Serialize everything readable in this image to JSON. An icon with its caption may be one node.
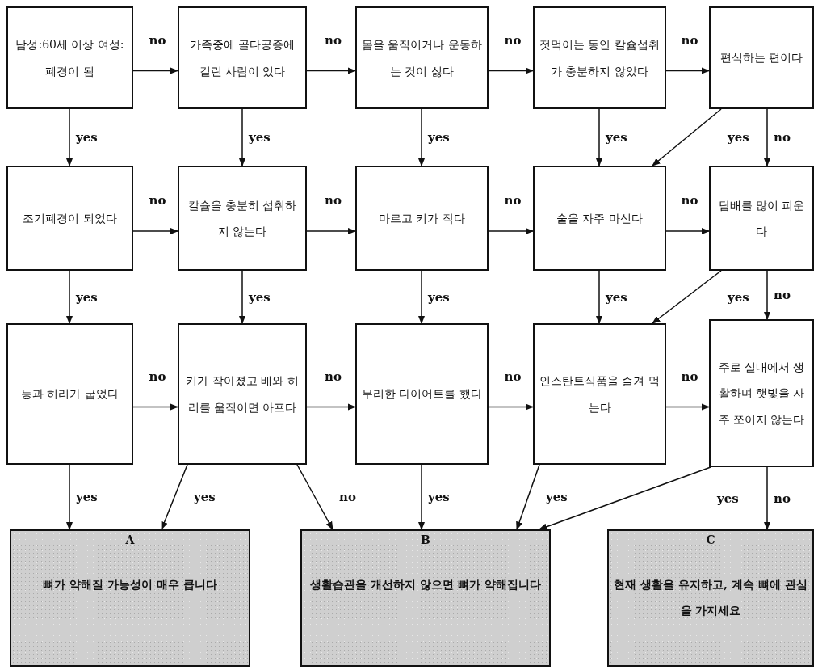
{
  "diagram": {
    "nodes": [
      {
        "text": [
          "남성:60세 이상 여성:폐경이 됨"
        ]
      },
      {
        "text": [
          "가족중에 골다공증에 걸린 사람이 있다"
        ]
      },
      {
        "text": [
          "몸을 움직이거나 운동하는 것이 싫다"
        ]
      },
      {
        "text": [
          "젓먹이는 동안 칼슘섭취가 충분하지 않았다"
        ]
      },
      {
        "text": [
          "편식하는 편이다"
        ]
      },
      {
        "text": [
          "조기폐경이 되었다"
        ]
      },
      {
        "text": [
          "칼슘을 충분히 섭취하지 않는다"
        ]
      },
      {
        "text": [
          "마르고 키가 작다"
        ]
      },
      {
        "text": [
          "술을 자주 마신다"
        ]
      },
      {
        "text": [
          "담배를 많이 피운다"
        ]
      },
      {
        "text": [
          "등과 허리가 굽었다"
        ]
      },
      {
        "text": [
          "키가 작아졌고 배와 허리를 움직이면 아프다"
        ]
      },
      {
        "text": [
          "무리한 다이어트를 했다"
        ]
      },
      {
        "text": [
          "인스탄트식품을 즐겨 먹는다"
        ]
      },
      {
        "text": [
          "주로 실내에서 생활하며 햇빛을 자주 쪼이지 않는다"
        ]
      },
      {
        "text": [
          "A",
          "뼈가 약해질 가능성이 매우 큽니다"
        ]
      },
      {
        "text": [
          "B",
          "생활습관을 개선하지 않으면 뼈가 약해집니다"
        ]
      },
      {
        "text": [
          "C",
          "현재 생활을 유지하고, 계속 뼈에 관심을 가지세요"
        ]
      }
    ],
    "edges": [
      {
        "from": 0,
        "to": 1,
        "arrow": "to",
        "label": "no"
      },
      {
        "from": 1,
        "to": 2,
        "arrow": "to",
        "label": "no"
      },
      {
        "from": 2,
        "to": 3,
        "arrow": "to",
        "label": "no"
      },
      {
        "from": 3,
        "to": 4,
        "arrow": "to",
        "label": "no"
      },
      {
        "from": 0,
        "to": 5,
        "arrow": "to",
        "label": "yes"
      },
      {
        "from": 1,
        "to": 6,
        "arrow": "to",
        "label": "yes"
      },
      {
        "from": 2,
        "to": 7,
        "arrow": "to",
        "label": "yes"
      },
      {
        "from": 3,
        "to": 8,
        "arrow": "to",
        "label": "yes"
      },
      {
        "from": 4,
        "to": 8,
        "arrow": "to",
        "label": "yes"
      },
      {
        "from": 4,
        "to": 9,
        "arrow": "to",
        "label": "no"
      },
      {
        "from": 5,
        "to": 6,
        "arrow": "to",
        "label": "no"
      },
      {
        "from": 6,
        "to": 7,
        "arrow": "to",
        "label": "no"
      },
      {
        "from": 7,
        "to": 8,
        "arrow": "to",
        "label": "no"
      },
      {
        "from": 8,
        "to": 9,
        "arrow": "to",
        "label": "no"
      },
      {
        "from": 5,
        "to": 10,
        "arrow": "to",
        "label": "yes"
      },
      {
        "from": 6,
        "to": 11,
        "arrow": "to",
        "label": "yes"
      },
      {
        "from": 7,
        "to": 12,
        "arrow": "to",
        "label": "yes"
      },
      {
        "from": 8,
        "to": 13,
        "arrow": "to",
        "label": "yes"
      },
      {
        "from": 9,
        "to": 13,
        "arrow": "to",
        "label": "yes"
      },
      {
        "from": 9,
        "to": 14,
        "arrow": "to",
        "label": "no"
      },
      {
        "from": 10,
        "to": 11,
        "arrow": "to",
        "label": "no"
      },
      {
        "from": 11,
        "to": 12,
        "arrow": "to",
        "label": "no"
      },
      {
        "from": 12,
        "to": 13,
        "arrow": "to",
        "label": "no"
      },
      {
        "from": 13,
        "to": 14,
        "arrow": "to",
        "label": "no"
      },
      {
        "from": 10,
        "to": 15,
        "arrow": "to",
        "label": "yes"
      },
      {
        "from": 11,
        "to": 15,
        "arrow": "to",
        "label": "yes"
      },
      {
        "from": 11,
        "to": 16,
        "arrow": "to",
        "label": "no"
      },
      {
        "from": 12,
        "to": 16,
        "arrow": "to",
        "label": "yes"
      },
      {
        "from": 13,
        "to": 16,
        "arrow": "to",
        "label": "yes"
      },
      {
        "from": 14,
        "to": 16,
        "arrow": "to",
        "label": "yes"
      },
      {
        "from": 14,
        "to": 17,
        "arrow": "to",
        "label": "no"
      }
    ]
  }
}
